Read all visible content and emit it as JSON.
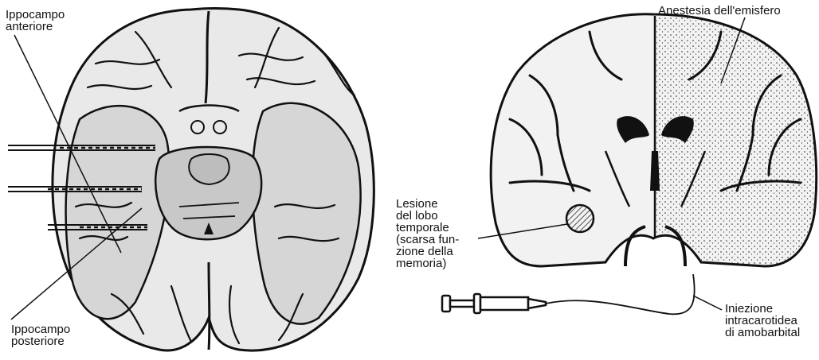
{
  "labels": {
    "anterior_hippocampus": "Ippocampo\nanteriore",
    "posterior_hippocampus": "Ippocampo\nposteriore",
    "temporal_lesion": "Lesione\ndel lobo\ntemporale\n(scarsa fun-\nzione della\nmemoria)",
    "hemisphere_anesthesia": "Anestesia dell'emisfero",
    "carotid_injection": "Iniezione\nintracarotidea\ndi amobarbital"
  },
  "colors": {
    "ink": "#111111",
    "shade": "#9a9a9a",
    "paper": "#ffffff"
  }
}
